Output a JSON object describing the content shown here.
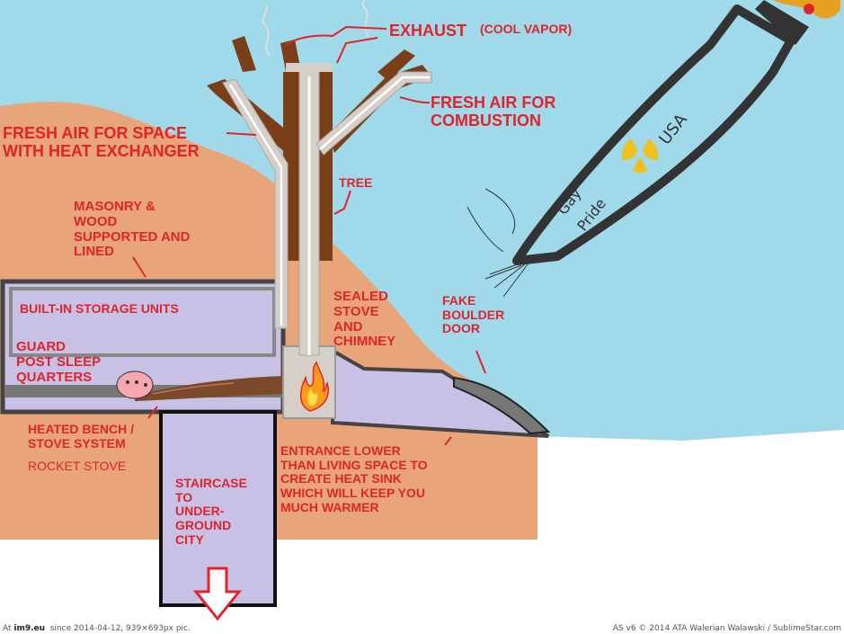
{
  "colors": {
    "sky": "#9fd9ea",
    "ground": "#e8a57a",
    "snow": "#ffffff",
    "bunker_fill": "#c9c0e6",
    "outline": "#444444",
    "trunk": "#7a3f18",
    "chimney": "#d6cfc8",
    "label_red": "#e0242b"
  },
  "labels": {
    "exhaust": "EXHAUST",
    "exhaust_note": "(COOL VAPOR)",
    "fresh_air_combustion": "FRESH AIR FOR\nCOMBUSTION",
    "fresh_air_space": "FRESH AIR FOR SPACE\nWITH HEAT EXCHANGER",
    "tree": "TREE",
    "masonry": "MASONRY &\nWOOD\nSUPPORTED AND\nLINED",
    "storage": "BUILT-IN STORAGE UNITS",
    "guard_post": "GUARD\nPOST SLEEP\nQUARTERS",
    "sealed_stove": "SEALED\nSTOVE\nAND\nCHIMNEY",
    "fake_boulder": "FAKE\nBOULDER\nDOOR",
    "heated_bench": "HEATED BENCH /\nSTOVE SYSTEM",
    "rocket_stove": "ROCKET STOVE",
    "entrance": "ENTRANCE LOWER\nTHAN LIVING SPACE TO\nCREATE HEAT SINK\nWHICH WILL KEEP YOU\nMUCH WARMER",
    "staircase": "STAIRCASE\nTO\nUNDER-\nGROUND\nCITY"
  },
  "missile": {
    "text_usa": "USA",
    "text_gay": "Gay",
    "text_pride": "Pride"
  },
  "footer": {
    "left_site": "im9.eu",
    "left_prefix": "At ",
    "left_suffix": "  since 2014-04-12, 939×693px pic.",
    "right_text": "AS v6 © 2014 ATA Walerian Walawski / SublimeStar.com"
  }
}
